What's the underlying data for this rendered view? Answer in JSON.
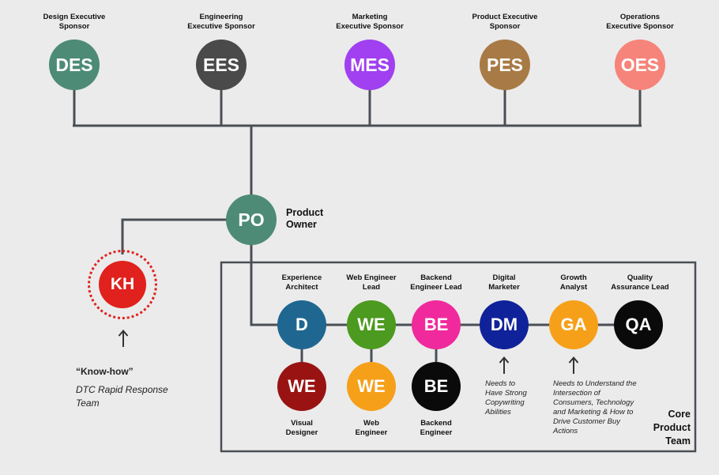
{
  "sponsors": [
    {
      "abbr": "DES",
      "label_l1": "Design Executive",
      "label_l2": "Sponsor",
      "color": "#4d8b76"
    },
    {
      "abbr": "EES",
      "label_l1": "Engineering",
      "label_l2": "Executive Sponsor",
      "color": "#4a4a4a"
    },
    {
      "abbr": "MES",
      "label_l1": "Marketing",
      "label_l2": "Executive Sponsor",
      "color": "#a040f0"
    },
    {
      "abbr": "PES",
      "label_l1": "Product Executive",
      "label_l2": "Sponsor",
      "color": "#a87a45"
    },
    {
      "abbr": "OES",
      "label_l1": "Operations",
      "label_l2": "Executive Sponsor",
      "color": "#f6847a"
    }
  ],
  "product_owner": {
    "abbr": "PO",
    "label_l1": "Product",
    "label_l2": "Owner",
    "color": "#4d8b76"
  },
  "know_how": {
    "abbr": "KH",
    "color": "#e0211d",
    "caption_l1": "“Know-how”",
    "caption_l2": "DTC Rapid Response",
    "caption_l3": "Team"
  },
  "core_team": {
    "title_l1": "Core",
    "title_l2": "Product",
    "title_l3": "Team",
    "members": [
      {
        "abbr": "D",
        "label_l1": "Experience",
        "label_l2": "Architect",
        "color": "#1f6790"
      },
      {
        "abbr": "WE",
        "label_l1": "Web Engineer",
        "label_l2": "Lead",
        "color": "#4c9a1f"
      },
      {
        "abbr": "BE",
        "label_l1": "Backend",
        "label_l2": "Engineer Lead",
        "color": "#f02a9c"
      },
      {
        "abbr": "DM",
        "label_l1": "Digital",
        "label_l2": "Marketer",
        "color": "#10229a"
      },
      {
        "abbr": "GA",
        "label_l1": "Growth",
        "label_l2": "Analyst",
        "color": "#f6a01a"
      },
      {
        "abbr": "QA",
        "label_l1": "Quality",
        "label_l2": "Assurance Lead",
        "color": "#0a0a0a"
      }
    ],
    "support": [
      {
        "abbr": "WE",
        "label_l1": "Visual",
        "label_l2": "Designer",
        "color": "#991313"
      },
      {
        "abbr": "WE",
        "label_l1": "Web",
        "label_l2": "Engineer",
        "color": "#f6a01a"
      },
      {
        "abbr": "BE",
        "label_l1": "Backend",
        "label_l2": "Engineer",
        "color": "#0a0a0a"
      }
    ],
    "notes": {
      "dm": [
        "Needs to",
        "Have Strong",
        "Copywriting",
        "Abilities"
      ],
      "ga": [
        "Needs to Understand the",
        "Intersection of",
        "Consumers, Technology",
        "and Marketing & How to",
        "Drive Customer Buy",
        "Actions"
      ]
    }
  },
  "colors": {
    "line": "#4a4f55",
    "background": "#ebebeb",
    "kh_ring": "#e0211d"
  }
}
